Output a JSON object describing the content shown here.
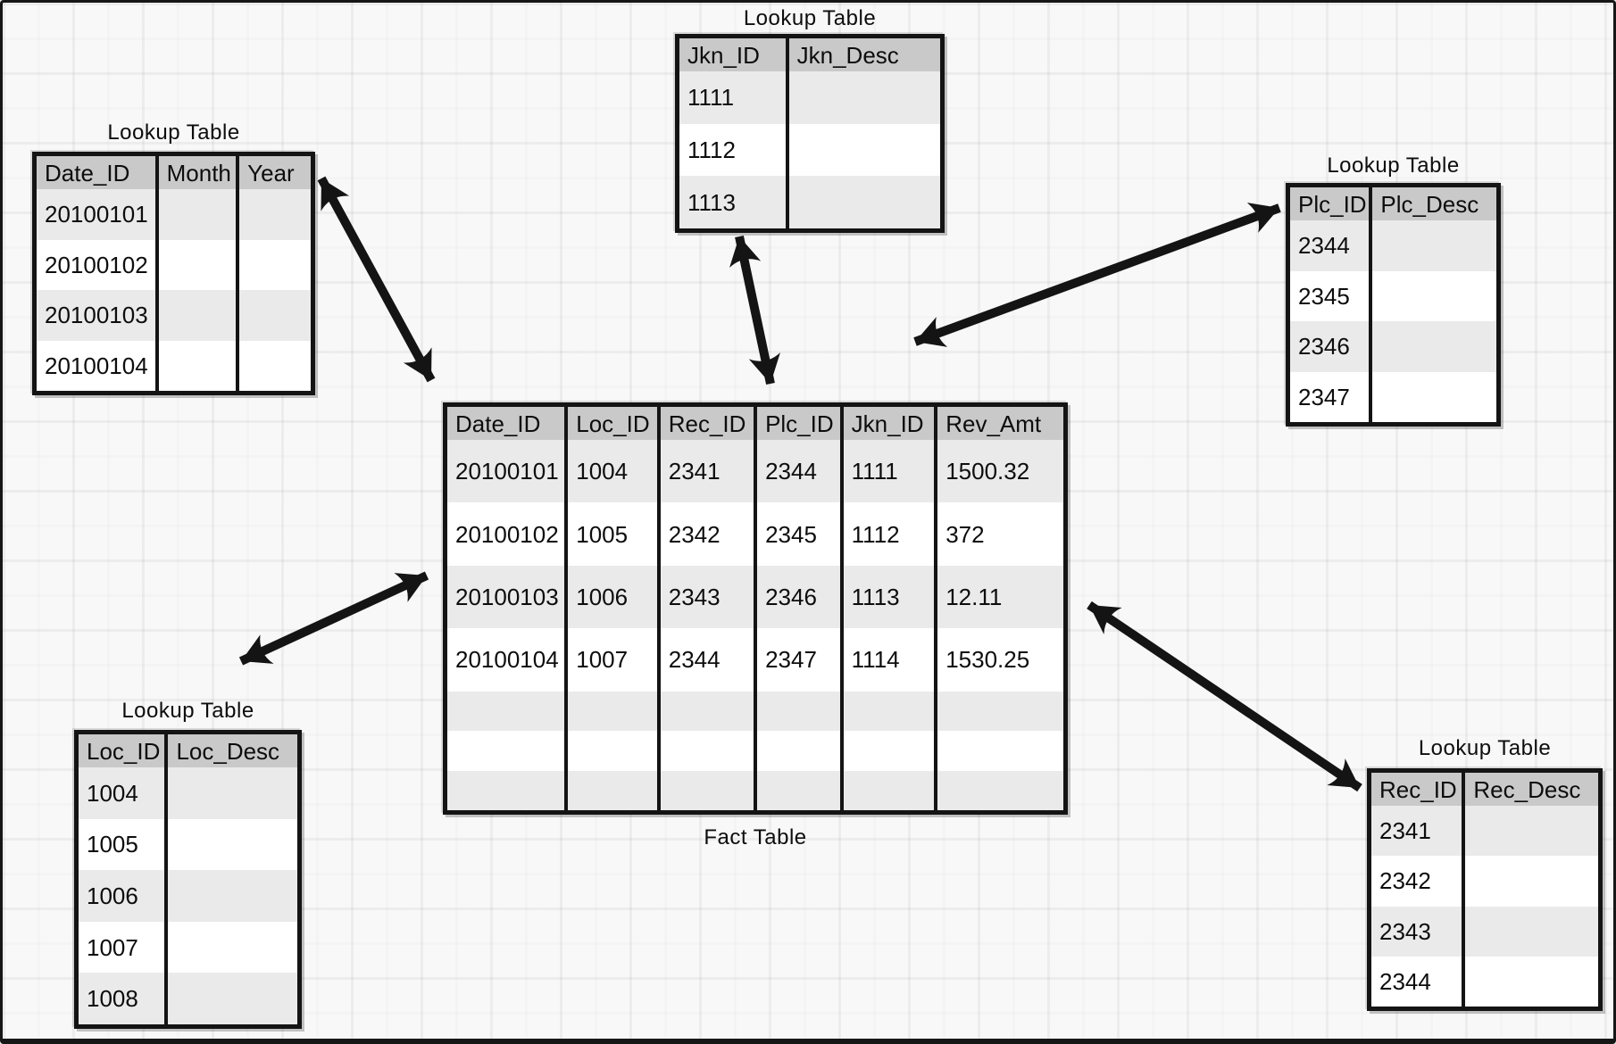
{
  "labels": {
    "lookup_title": "Lookup Table",
    "fact_title": "Fact Table"
  },
  "tables": {
    "date": {
      "title": "Lookup Table",
      "columns": [
        "Date_ID",
        "Month",
        "Year"
      ],
      "rows": [
        [
          "20100101",
          "",
          ""
        ],
        [
          "20100102",
          "",
          ""
        ],
        [
          "20100103",
          "",
          ""
        ],
        [
          "20100104",
          "",
          ""
        ]
      ]
    },
    "jkn": {
      "title": "Lookup Table",
      "columns": [
        "Jkn_ID",
        "Jkn_Desc"
      ],
      "rows": [
        [
          "1111",
          ""
        ],
        [
          "1112",
          ""
        ],
        [
          "1113",
          ""
        ]
      ]
    },
    "plc": {
      "title": "Lookup Table",
      "columns": [
        "Plc_ID",
        "Plc_Desc"
      ],
      "rows": [
        [
          "2344",
          ""
        ],
        [
          "2345",
          ""
        ],
        [
          "2346",
          ""
        ],
        [
          "2347",
          ""
        ]
      ]
    },
    "fact": {
      "title": "Fact Table",
      "columns": [
        "Date_ID",
        "Loc_ID",
        "Rec_ID",
        "Plc_ID",
        "Jkn_ID",
        "Rev_Amt"
      ],
      "rows": [
        [
          "20100101",
          "1004",
          "2341",
          "2344",
          "1111",
          "1500.32"
        ],
        [
          "20100102",
          "1005",
          "2342",
          "2345",
          "1112",
          "372"
        ],
        [
          "20100103",
          "1006",
          "2343",
          "2346",
          "1113",
          "12.11"
        ],
        [
          "20100104",
          "1007",
          "2344",
          "2347",
          "1114",
          "1530.25"
        ],
        [
          "",
          "",
          "",
          "",
          "",
          ""
        ],
        [
          "",
          "",
          "",
          "",
          "",
          ""
        ],
        [
          "",
          "",
          "",
          "",
          "",
          ""
        ]
      ]
    },
    "loc": {
      "title": "Lookup Table",
      "columns": [
        "Loc_ID",
        "Loc_Desc"
      ],
      "rows": [
        [
          "1004",
          ""
        ],
        [
          "1005",
          ""
        ],
        [
          "1006",
          ""
        ],
        [
          "1007",
          ""
        ],
        [
          "1008",
          ""
        ]
      ]
    },
    "rec": {
      "title": "Lookup Table",
      "columns": [
        "Rec_ID",
        "Rec_Desc"
      ],
      "rows": [
        [
          "2341",
          ""
        ],
        [
          "2342",
          ""
        ],
        [
          "2343",
          ""
        ],
        [
          "2344",
          ""
        ]
      ]
    }
  },
  "relationships": [
    {
      "from": "fact",
      "to": "date"
    },
    {
      "from": "fact",
      "to": "jkn"
    },
    {
      "from": "fact",
      "to": "plc"
    },
    {
      "from": "fact",
      "to": "loc"
    },
    {
      "from": "fact",
      "to": "rec"
    }
  ],
  "colors": {
    "header_bg": "#c9c9c9",
    "row_alt_bg": "#eaeaea",
    "row_bg": "#ffffff",
    "border": "#141414",
    "arrow": "#141414",
    "canvas_bg": "#f8f8f9"
  }
}
